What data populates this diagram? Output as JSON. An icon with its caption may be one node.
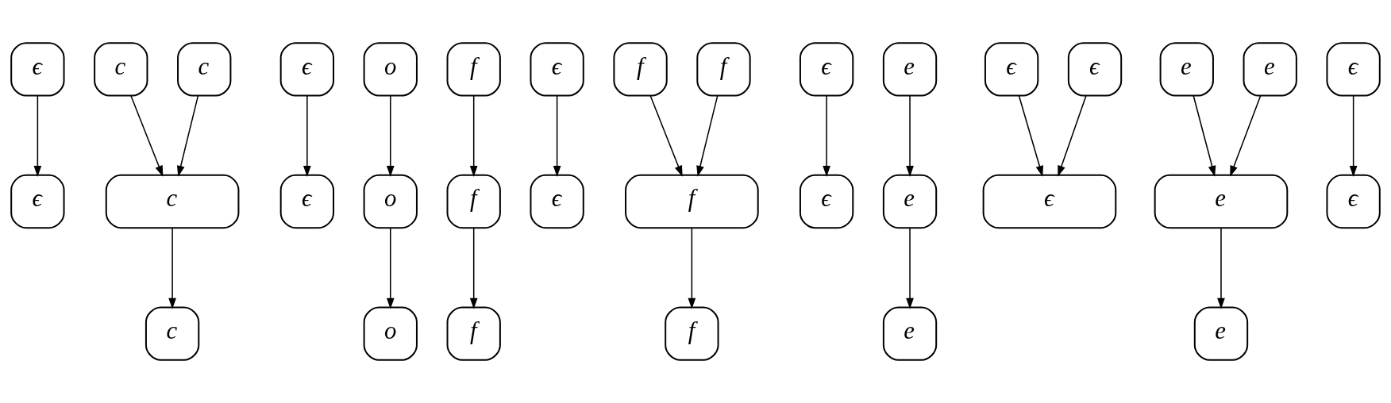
{
  "diagram": {
    "nodes": [
      {
        "text": [
          "ϵ"
        ]
      },
      {
        "text": [
          "c"
        ]
      },
      {
        "text": [
          "c"
        ]
      },
      {
        "text": [
          "ϵ"
        ]
      },
      {
        "text": [
          "o"
        ]
      },
      {
        "text": [
          "f"
        ]
      },
      {
        "text": [
          "ϵ"
        ]
      },
      {
        "text": [
          "f"
        ]
      },
      {
        "text": [
          "f"
        ]
      },
      {
        "text": [
          "ϵ"
        ]
      },
      {
        "text": [
          "e"
        ]
      },
      {
        "text": [
          "ϵ"
        ]
      },
      {
        "text": [
          "ϵ"
        ]
      },
      {
        "text": [
          "e"
        ]
      },
      {
        "text": [
          "e"
        ]
      },
      {
        "text": [
          "ϵ"
        ]
      },
      {
        "text": [
          "ϵ"
        ]
      },
      {
        "text": [
          "c"
        ]
      },
      {
        "text": [
          "ϵ"
        ]
      },
      {
        "text": [
          "o"
        ]
      },
      {
        "text": [
          "f"
        ]
      },
      {
        "text": [
          "ϵ"
        ]
      },
      {
        "text": [
          "f"
        ]
      },
      {
        "text": [
          "ϵ"
        ]
      },
      {
        "text": [
          "e"
        ]
      },
      {
        "text": [
          "ϵ"
        ]
      },
      {
        "text": [
          "e"
        ]
      },
      {
        "text": [
          "ϵ"
        ]
      },
      {
        "text": [
          "c"
        ]
      },
      {
        "text": [
          "o"
        ]
      },
      {
        "text": [
          "f"
        ]
      },
      {
        "text": [
          "f"
        ]
      },
      {
        "text": [
          "e"
        ]
      },
      {
        "text": [
          "e"
        ]
      }
    ],
    "edges": [
      {
        "from": 0,
        "to": 16,
        "arrow": "to"
      },
      {
        "from": 1,
        "to": 17,
        "arrow": "to"
      },
      {
        "from": 2,
        "to": 17,
        "arrow": "to"
      },
      {
        "from": 3,
        "to": 18,
        "arrow": "to"
      },
      {
        "from": 4,
        "to": 19,
        "arrow": "to"
      },
      {
        "from": 5,
        "to": 20,
        "arrow": "to"
      },
      {
        "from": 6,
        "to": 21,
        "arrow": "to"
      },
      {
        "from": 7,
        "to": 22,
        "arrow": "to"
      },
      {
        "from": 8,
        "to": 22,
        "arrow": "to"
      },
      {
        "from": 9,
        "to": 23,
        "arrow": "to"
      },
      {
        "from": 10,
        "to": 24,
        "arrow": "to"
      },
      {
        "from": 11,
        "to": 25,
        "arrow": "to"
      },
      {
        "from": 12,
        "to": 25,
        "arrow": "to"
      },
      {
        "from": 13,
        "to": 26,
        "arrow": "to"
      },
      {
        "from": 14,
        "to": 26,
        "arrow": "to"
      },
      {
        "from": 15,
        "to": 27,
        "arrow": "to"
      },
      {
        "from": 17,
        "to": 28,
        "arrow": "to"
      },
      {
        "from": 19,
        "to": 29,
        "arrow": "to"
      },
      {
        "from": 20,
        "to": 30,
        "arrow": "to"
      },
      {
        "from": 22,
        "to": 31,
        "arrow": "to"
      },
      {
        "from": 24,
        "to": 32,
        "arrow": "to"
      },
      {
        "from": 26,
        "to": 33,
        "arrow": "to"
      }
    ]
  }
}
